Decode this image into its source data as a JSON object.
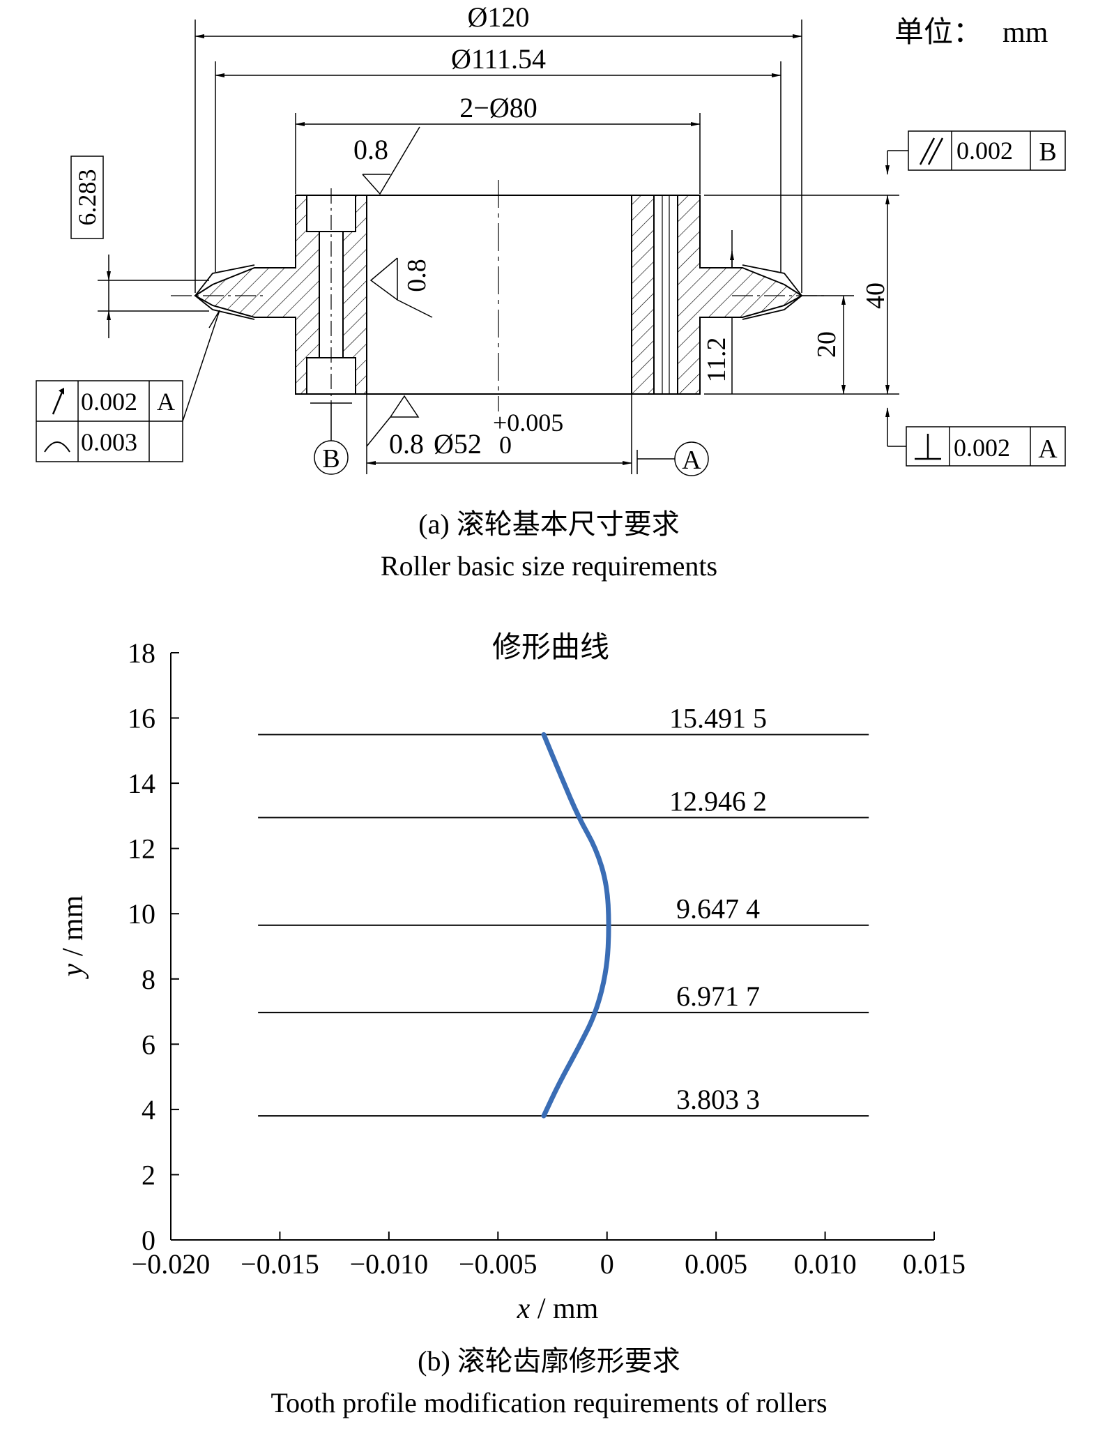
{
  "drawing": {
    "unit_label": "单位：",
    "unit": "mm",
    "dims": {
      "d120": "Ø120",
      "d111": "Ø111.54",
      "d80": "2−Ø80",
      "rough_top": "0.8",
      "rough_inner": "0.8",
      "rough_bottom": "0.8",
      "bore": "Ø52",
      "bore_tol_upper": "+0.005",
      "bore_tol_lower": "0",
      "tooth_width": "6.283",
      "height_40": "40",
      "height_20": "20",
      "height_112": "11.2"
    },
    "fcf_left": {
      "runout_value": "0.002",
      "runout_datum": "A",
      "profile_value": "0.003"
    },
    "fcf_parallel": {
      "value": "0.002",
      "datum": "B"
    },
    "fcf_perp": {
      "value": "0.002",
      "datum": "A"
    },
    "datum_a": "A",
    "datum_b": "B"
  },
  "captions": {
    "a_cn": "(a) 滚轮基本尺寸要求",
    "a_en": "Roller basic size requirements",
    "b_cn": "(b) 滚轮齿廓修形要求",
    "b_en": "Tooth profile modification requirements of rollers"
  },
  "chart_data": {
    "type": "line",
    "title": "修形曲线",
    "xlabel_var": "x",
    "xlabel_unit": " / mm",
    "ylabel_var": "y",
    "ylabel_unit": " / mm",
    "xlim": [
      -0.02,
      0.015
    ],
    "ylim": [
      0,
      18
    ],
    "xticks": [
      -0.02,
      -0.015,
      -0.01,
      -0.005,
      0,
      0.005,
      0.01,
      0.015
    ],
    "xtick_labels": [
      "−0.020",
      "−0.015",
      "−0.010",
      "−0.005",
      "0",
      "0.005",
      "0.010",
      "0.015"
    ],
    "yticks": [
      0,
      2,
      4,
      6,
      8,
      10,
      12,
      14,
      16,
      18
    ],
    "ytick_labels": [
      "0",
      "2",
      "4",
      "6",
      "8",
      "10",
      "12",
      "14",
      "16",
      "18"
    ],
    "hlines": [
      {
        "y": 15.4915,
        "label": "15.491 5"
      },
      {
        "y": 12.9462,
        "label": "12.946 2"
      },
      {
        "y": 9.6474,
        "label": "9.647 4"
      },
      {
        "y": 6.9717,
        "label": "6.971 7"
      },
      {
        "y": 3.8033,
        "label": "3.803 3"
      }
    ],
    "hline_xrange": [
      -0.016,
      0.012
    ],
    "series": [
      {
        "color": "#3a6db5",
        "x": [
          -0.0029,
          -0.0022,
          -0.0013,
          -0.0005,
          0.0,
          0.0001,
          0.0,
          -0.0005,
          -0.0013,
          -0.0021,
          -0.0029
        ],
        "y": [
          3.8033,
          4.8,
          5.9,
          6.9717,
          8.3,
          9.6474,
          10.9,
          12.0,
          12.9462,
          14.2,
          15.4915
        ]
      }
    ]
  }
}
